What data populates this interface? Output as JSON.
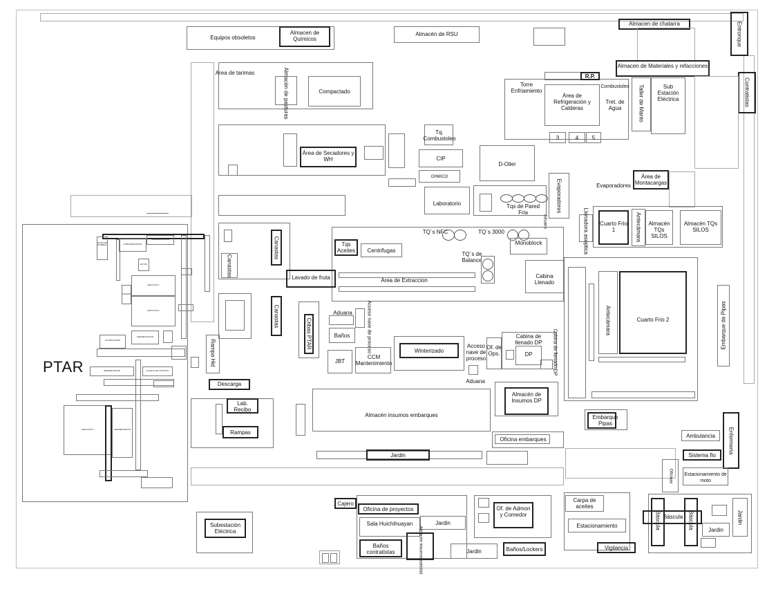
{
  "title": "PTAR",
  "labels": {
    "equipos": "Equipos obsoletos",
    "alm_quimicos": "Almacen de Químicos",
    "alm_rsu": "Almacén de RSU",
    "alm_chatarra": "Almacen de chatarra",
    "entronque": "Entronque",
    "area_tarimas": "Area de tarimas",
    "alm_pasturas": "Almacén de pasturas",
    "compactado": "Compactado",
    "alm_materiales": "Almacen de Materiales y refacciones",
    "contratistas": "Contratistas",
    "rp": "R.P.",
    "combustoleo": "Combustoleo",
    "torre": "Torre Enfriamiento",
    "area_refrig": "Área de Refrigeración y Calderas",
    "tret_agua": "Tret. de Agua",
    "taller": "Taller de Manto",
    "sub_electrica": "Sub Estación Eléctrica",
    "n3": "3",
    "n4": "4",
    "n5": "5",
    "tq_combustoleo": "Tq. Combustoleo",
    "area_secadores": "Área de Secadores y WH",
    "cip": "CIP",
    "ohmico": "OHMICO",
    "d_oiler": "D-Oiler",
    "evaporadores_v": "Evaporadores",
    "evaporadores": "Evaporadores",
    "area_montacargas": "Área de Montacargas",
    "laboratorio": "Laboratorio",
    "tqs_pared": "Tqs de Pared Fria",
    "aduana_arriba": "Aduana",
    "llenadora": "Llenadora aseptica",
    "cuarto_frio1": "Cuarto Frio 1",
    "antecamara1": "Antecámara",
    "alm_tqs1": "Almacén TQs SILOS",
    "alm_tqs2": "Almacén TQs SILOS",
    "tqs_nfc": "TQ´s NFC",
    "tqs_3000": "TQ´s 3000",
    "monoblock": "Monoblock",
    "tqs_aceites": "Tqs Aceites",
    "centrifugas": "Centrifugas",
    "tqs_balance": "TQ´s de Balance",
    "canastas1": "Canastas",
    "canastas2": "Canastas",
    "canastas3": "Canastas",
    "lavado": "Lavado de fruta",
    "area_extraccion": "Area de Extraccion",
    "cabina_llenado": "Cabina Llenado",
    "antecamara2": "Antecámara",
    "cuarto_frio2": "Cuarto Frio 2",
    "embarque_pipas_v": "Embarque de Pipas",
    "aduana1": "Aduana",
    "acceso_nave1": "Acceso nave de proceso",
    "banos": "Baños",
    "cribas": "Cribas PTAR",
    "rampa_hid": "Rampa Hid",
    "winterizado": "Winterizado",
    "acceso_nave2": "Acceso nave de proceso",
    "of_ops": "Of. de Ops.",
    "cabina_dp": "Cabina de llenado DP",
    "dp": "DP",
    "cabina_llenado_dp_v": "Cabina de llenado DP",
    "jbt": "JBT",
    "ccm": "CCM Mantenimiento",
    "aduana2": "Aduana",
    "descarga": "Descarga",
    "lab_recibo": "Lab. Recibo",
    "rampas": "Rampas",
    "alm_insumos_emb": "Almacén insumos embarques",
    "alm_insumos_dp": "Almacén de Insumos DP",
    "embarque_pipas": "Embarque Pipas",
    "oficina_emb": "Oficina embarques",
    "jardin1": "Jardin",
    "ambulancia": "Ambulancia",
    "enfermeria": "Enfermería",
    "sistema_flo": "Sistema flo",
    "estacionamiento_moto": "Estacionamiento de moto",
    "oficinas_v": "Oficinas",
    "cajero": "Cajero",
    "oficina_proy": "Oficina de proyectos",
    "sala": "Sala Huichihuayan",
    "jardin2": "Jardin",
    "of_admon": "Of. de Admon y Comedor",
    "carpa": "Carpa de aceites",
    "estacionamiento": "Estacionamiento",
    "bascula1": "Báscula",
    "bascula2": "Báscula",
    "bascula3": "Báscula",
    "jardin3": "Jardin",
    "jardin4": "Jardin",
    "subestacion": "Subestación Eléctrica",
    "banos_contratistas": "Baños contratistas",
    "alm_insumos_sanidad": "Almacén insumos sanidad",
    "jardin5": "Jardin",
    "banos_lockers": "Baños/Lockers",
    "vigilancia": "Vigilancia"
  },
  "ptar": {
    "reactor1": "REACTOR 1",
    "reactor2": "REACTOR 2",
    "reactor3": "REACTOR 3",
    "sedimentador1": "SEDIMENTADOR",
    "sedimentador2": "SEDIMENTADOR",
    "sedimentador3": "SEDIMENTADOR",
    "homogenizador": "HOMOGENIZADOR",
    "deshidratador": "DESHIDRATADOR",
    "clarificador": "CLARIFICADOR",
    "pozo": "POZO DE BOMBEO",
    "filtro": "FILTRO",
    "cuarto": "CUARTO DE CONTROL",
    "tanque": "TANQUE"
  }
}
